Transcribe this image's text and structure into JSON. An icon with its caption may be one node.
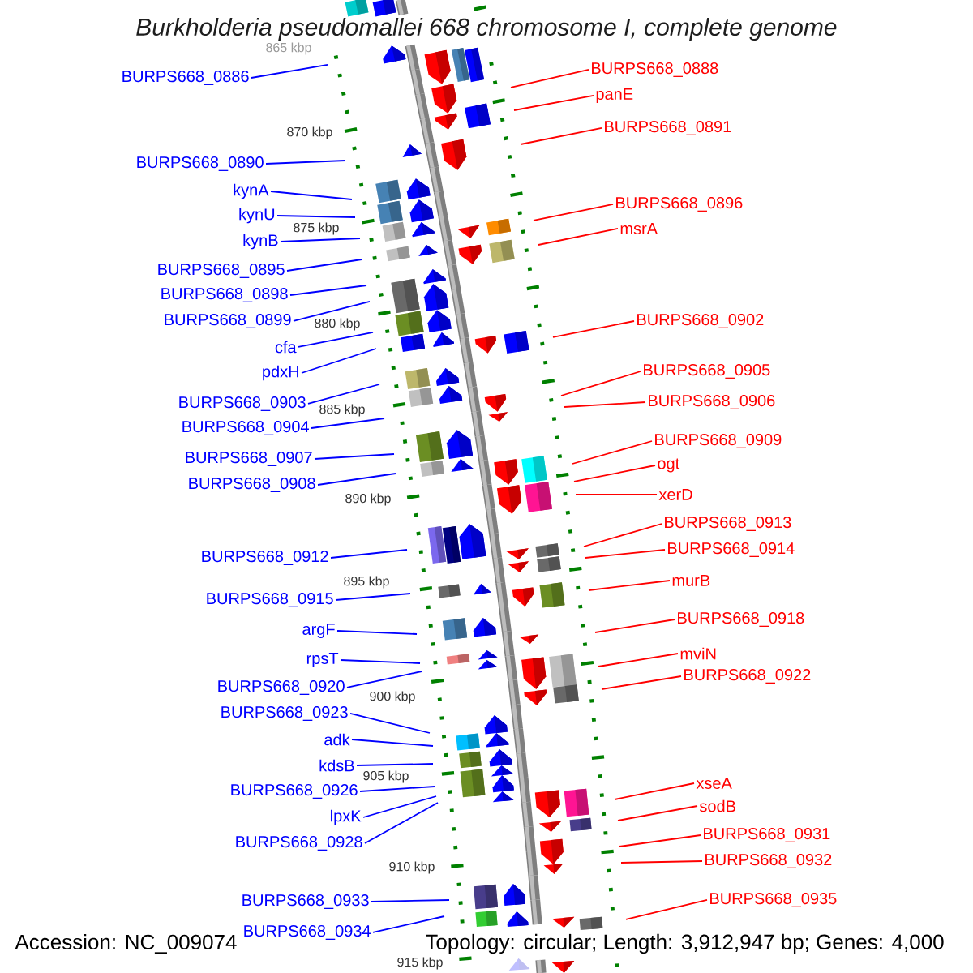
{
  "diagram": {
    "title": "Burkholderia pseudomallei 668 chromosome I, complete genome",
    "nodes": [
      {
        "text": [
          "BURPS668_0886"
        ]
      },
      {
        "text": [
          "BURPS668_0890"
        ]
      },
      {
        "text": [
          "kynA"
        ]
      },
      {
        "text": [
          "kynU"
        ]
      },
      {
        "text": [
          "kynB"
        ]
      },
      {
        "text": [
          "BURPS668_0895"
        ]
      },
      {
        "text": [
          "BURPS668_0898"
        ]
      },
      {
        "text": [
          "BURPS668_0899"
        ]
      },
      {
        "text": [
          "cfa"
        ]
      },
      {
        "text": [
          "pdxH"
        ]
      },
      {
        "text": [
          "BURPS668_0903"
        ]
      },
      {
        "text": [
          "BURPS668_0904"
        ]
      },
      {
        "text": [
          "BURPS668_0907"
        ]
      },
      {
        "text": [
          "BURPS668_0908"
        ]
      },
      {
        "text": [
          "BURPS668_0912"
        ]
      },
      {
        "text": [
          "BURPS668_0915"
        ]
      },
      {
        "text": [
          "argF"
        ]
      },
      {
        "text": [
          "rpsT"
        ]
      },
      {
        "text": [
          "BURPS668_0920"
        ]
      },
      {
        "text": [
          "BURPS668_0923"
        ]
      },
      {
        "text": [
          "adk"
        ]
      },
      {
        "text": [
          "kdsB"
        ]
      },
      {
        "text": [
          "BURPS668_0926"
        ]
      },
      {
        "text": [
          "lpxK"
        ]
      },
      {
        "text": [
          "BURPS668_0928"
        ]
      },
      {
        "text": [
          "BURPS668_0933"
        ]
      },
      {
        "text": [
          "BURPS668_0934"
        ]
      },
      {
        "text": [
          "BURPS668_0888"
        ]
      },
      {
        "text": [
          "panE"
        ]
      },
      {
        "text": [
          "BURPS668_0891"
        ]
      },
      {
        "text": [
          "BURPS668_0896"
        ]
      },
      {
        "text": [
          "msrA"
        ]
      },
      {
        "text": [
          "BURPS668_0902"
        ]
      },
      {
        "text": [
          "BURPS668_0905"
        ]
      },
      {
        "text": [
          "BURPS668_0906"
        ]
      },
      {
        "text": [
          "BURPS668_0909"
        ]
      },
      {
        "text": [
          "ogt"
        ]
      },
      {
        "text": [
          "xerD"
        ]
      },
      {
        "text": [
          "BURPS668_0913"
        ]
      },
      {
        "text": [
          "BURPS668_0914"
        ]
      },
      {
        "text": [
          "murB"
        ]
      },
      {
        "text": [
          "BURPS668_0918"
        ]
      },
      {
        "text": [
          "mviN"
        ]
      },
      {
        "text": [
          "BURPS668_0922"
        ]
      },
      {
        "text": [
          "xseA"
        ]
      },
      {
        "text": [
          "sodB"
        ]
      },
      {
        "text": [
          "BURPS668_0931"
        ]
      },
      {
        "text": [
          "BURPS668_0932"
        ]
      },
      {
        "text": [
          "BURPS668_0935"
        ]
      }
    ],
    "edges": [
      {
        "from": 0,
        "to": null,
        "arrow": "none"
      },
      {
        "from": 1,
        "to": null,
        "arrow": "none"
      },
      {
        "from": 2,
        "to": null,
        "arrow": "none"
      },
      {
        "from": 3,
        "to": null,
        "arrow": "none"
      },
      {
        "from": 4,
        "to": null,
        "arrow": "none"
      },
      {
        "from": 5,
        "to": null,
        "arrow": "none"
      },
      {
        "from": 6,
        "to": null,
        "arrow": "none"
      },
      {
        "from": 7,
        "to": null,
        "arrow": "none"
      },
      {
        "from": 8,
        "to": null,
        "arrow": "none"
      },
      {
        "from": 9,
        "to": null,
        "arrow": "none"
      },
      {
        "from": 10,
        "to": null,
        "arrow": "none"
      },
      {
        "from": 11,
        "to": null,
        "arrow": "none"
      },
      {
        "from": 12,
        "to": null,
        "arrow": "none"
      },
      {
        "from": 13,
        "to": null,
        "arrow": "none"
      },
      {
        "from": 14,
        "to": null,
        "arrow": "none"
      },
      {
        "from": 15,
        "to": null,
        "arrow": "none"
      },
      {
        "from": 16,
        "to": null,
        "arrow": "none"
      },
      {
        "from": 17,
        "to": null,
        "arrow": "none"
      },
      {
        "from": 18,
        "to": null,
        "arrow": "none"
      },
      {
        "from": 19,
        "to": null,
        "arrow": "none"
      },
      {
        "from": 20,
        "to": null,
        "arrow": "none"
      },
      {
        "from": 21,
        "to": null,
        "arrow": "none"
      },
      {
        "from": 22,
        "to": null,
        "arrow": "none"
      },
      {
        "from": 23,
        "to": null,
        "arrow": "none"
      },
      {
        "from": 24,
        "to": null,
        "arrow": "none"
      },
      {
        "from": 25,
        "to": null,
        "arrow": "none"
      },
      {
        "from": 26,
        "to": null,
        "arrow": "none"
      },
      {
        "from": 27,
        "to": null,
        "arrow": "none",
        "color": "#ff0000"
      },
      {
        "from": 28,
        "to": null,
        "arrow": "none",
        "color": "#ff0000"
      },
      {
        "from": 29,
        "to": null,
        "arrow": "none",
        "color": "#ff0000"
      },
      {
        "from": 30,
        "to": null,
        "arrow": "none",
        "color": "#ff0000"
      },
      {
        "from": 31,
        "to": null,
        "arrow": "none",
        "color": "#ff0000"
      },
      {
        "from": 32,
        "to": null,
        "arrow": "none",
        "color": "#ff0000"
      },
      {
        "from": 33,
        "to": null,
        "arrow": "none",
        "color": "#ff0000"
      },
      {
        "from": 34,
        "to": null,
        "arrow": "none",
        "color": "#ff0000"
      },
      {
        "from": 35,
        "to": null,
        "arrow": "none",
        "color": "#ff0000"
      },
      {
        "from": 36,
        "to": null,
        "arrow": "none",
        "color": "#ff0000"
      },
      {
        "from": 37,
        "to": null,
        "arrow": "none",
        "color": "#ff0000"
      },
      {
        "from": 38,
        "to": null,
        "arrow": "none",
        "color": "#ff0000"
      },
      {
        "from": 39,
        "to": null,
        "arrow": "none",
        "color": "#ff0000"
      },
      {
        "from": 40,
        "to": null,
        "arrow": "none",
        "color": "#ff0000"
      },
      {
        "from": 41,
        "to": null,
        "arrow": "none",
        "color": "#ff0000"
      },
      {
        "from": 42,
        "to": null,
        "arrow": "none",
        "color": "#ff0000"
      },
      {
        "from": 43,
        "to": null,
        "arrow": "none",
        "color": "#ff0000"
      },
      {
        "from": 44,
        "to": null,
        "arrow": "none",
        "color": "#ff0000"
      },
      {
        "from": 45,
        "to": null,
        "arrow": "none",
        "color": "#ff0000"
      },
      {
        "from": 46,
        "to": null,
        "arrow": "none",
        "color": "#ff0000"
      },
      {
        "from": 47,
        "to": null,
        "arrow": "none",
        "color": "#ff0000"
      },
      {
        "from": 48,
        "to": null,
        "arrow": "none",
        "color": "#ff0000"
      }
    ],
    "labels": [
      "865 kbp",
      "870 kbp",
      "875 kbp",
      "880 kbp",
      "885 kbp",
      "890 kbp",
      "895 kbp",
      "900 kbp",
      "905 kbp",
      "910 kbp",
      "915 kbp",
      "Accession: NC_009074",
      "Topology: circular; Length: 3,912,947 bp; Genes: 4,000"
    ]
  }
}
